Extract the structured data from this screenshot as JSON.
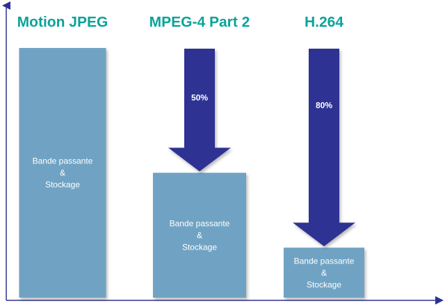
{
  "chart_data": {
    "type": "bar",
    "categories": [
      "Motion JPEG",
      "MPEG-4 Part 2",
      "H.264"
    ],
    "values": [
      100,
      50,
      20
    ],
    "reductions": [
      "",
      "50%",
      "80%"
    ],
    "bar_label_lines": [
      "Bande passante",
      "&",
      "Stockage"
    ],
    "ylim": [
      0,
      100
    ],
    "grid": false,
    "legend": "none"
  },
  "colors": {
    "category_label": "#0aa39a",
    "bar_fill": "#6fa3c3",
    "arrow_fill": "#2e3192",
    "axis": "#2e3192"
  }
}
